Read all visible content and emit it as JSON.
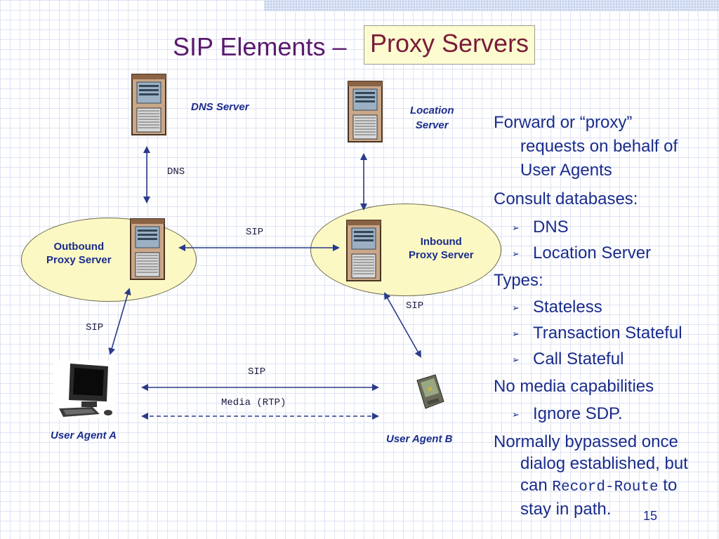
{
  "title": {
    "prefix": "SIP Elements –",
    "highlight": "Proxy Servers"
  },
  "nodes": {
    "dns_server": "DNS Server",
    "location_server": [
      "Location",
      "Server"
    ],
    "outbound_proxy": [
      "Outbound",
      "Proxy Server"
    ],
    "inbound_proxy": [
      "Inbound",
      "Proxy Server"
    ],
    "user_agent_a": "User Agent A",
    "user_agent_b": "User Agent B"
  },
  "links": {
    "dns": "DNS",
    "sip_proxies": "SIP",
    "sip_outbound_ua": "SIP",
    "sip_inbound_ua": "SIP",
    "sip_ua": "SIP",
    "media": "Media (RTP)"
  },
  "bullets": {
    "b1_line1": "Forward or “proxy”",
    "b1_line2": "requests on behalf of",
    "b1_line3": "User Agents",
    "b2": "Consult databases:",
    "b2_sub1": "DNS",
    "b2_sub2": "Location Server",
    "b3": "Types:",
    "b3_sub1": "Stateless",
    "b3_sub2": "Transaction Stateful",
    "b3_sub3": "Call Stateful",
    "b4": "No media capabilities",
    "b4_sub1": "Ignore SDP.",
    "b5_line1": "Normally bypassed once",
    "b5_line2": "dialog established, but",
    "b5_line3_pre": "can",
    "b5_line3_code": "Record-Route",
    "b5_line3_post": "to",
    "b5_line4": "stay in path.",
    "sub_marker": "➢"
  },
  "page_number": "15",
  "colors": {
    "title": "#5a1a6e",
    "title_highlight_text": "#7a1c3a",
    "title_highlight_bg": "#fdfbd0",
    "label_blue": "#1a2c8c",
    "arrow": "#2a3a8a",
    "ellipse_fill": "#fcf8c4"
  }
}
